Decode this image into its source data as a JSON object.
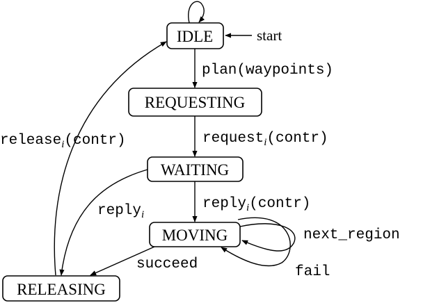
{
  "states": {
    "idle": "IDLE",
    "requesting": "REQUESTING",
    "waiting": "WAITING",
    "moving": "MOVING",
    "releasing": "RELEASING"
  },
  "labels": {
    "start": "start",
    "plan_waypoints": "plan(waypoints)",
    "request_prefix": "request",
    "request_sub": "i",
    "request_suffix": "(contr)",
    "release_prefix": "release",
    "release_sub": "i",
    "release_suffix": "(contr)",
    "reply_contr_prefix": "reply",
    "reply_contr_sub": "i",
    "reply_contr_suffix": "(contr)",
    "reply_prefix": "reply",
    "reply_sub": "i",
    "next_region": "next_region",
    "fail": "fail",
    "succeed": "succeed"
  }
}
